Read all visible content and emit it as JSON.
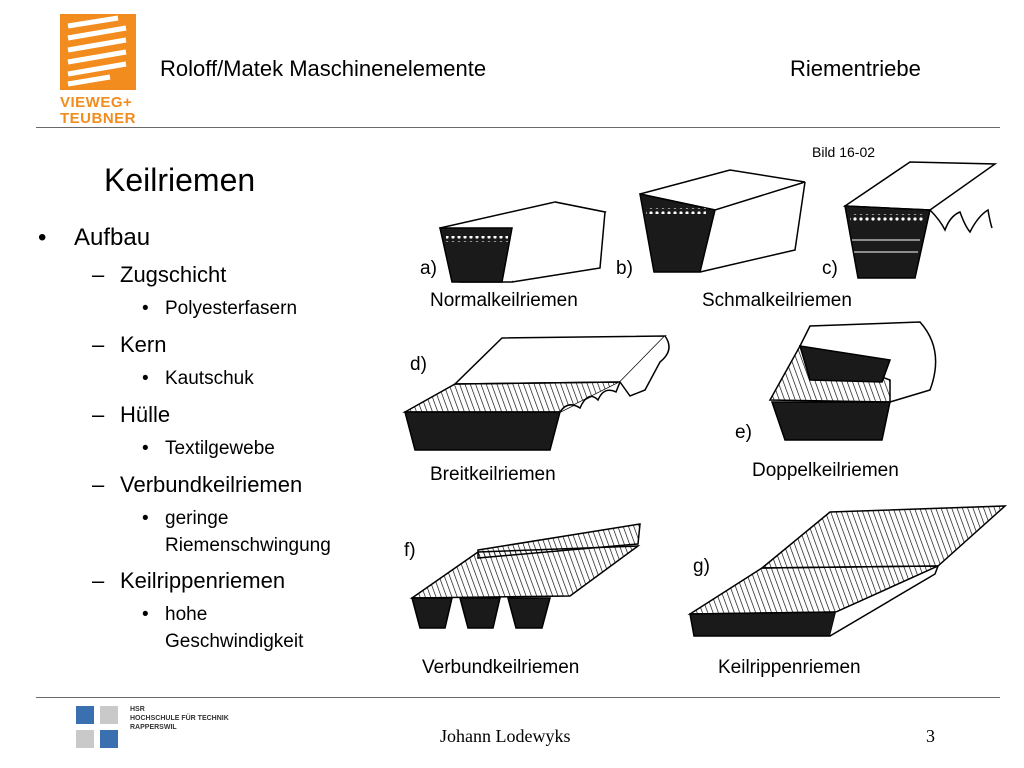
{
  "header": {
    "logo_line1": "VIEWEG+",
    "logo_line2": "TEUBNER",
    "left_title": "Roloff/Matek Maschinenelemente",
    "right_title": "Riementriebe",
    "logo_color": "#f28c1e"
  },
  "slide": {
    "title": "Keilriemen",
    "bullets": {
      "aufbau": "Aufbau",
      "zugschicht": "Zugschicht",
      "polyester": "Polyesterfasern",
      "kern": "Kern",
      "kautschuk": "Kautschuk",
      "huelle": "Hülle",
      "textil": "Textilgewebe",
      "verbund": "Verbundkeilriemen",
      "geringe_1": "geringe",
      "geringe_2": "Riemenschwingung",
      "keilrippen": "Keilrippenriemen",
      "hohe_1": "hohe",
      "hohe_2": "Geschwindigkeit"
    },
    "bullet_marks": {
      "l1": "•",
      "l2": "–",
      "l3": "•"
    }
  },
  "figure": {
    "number": "Bild 16-02",
    "labels": {
      "a": "a)",
      "b": "b)",
      "c": "c)",
      "d": "d)",
      "e": "e)",
      "f": "f)",
      "g": "g)"
    },
    "captions": {
      "normal": "Normalkeilriemen",
      "schmal": "Schmalkeilriemen",
      "breit": "Breitkeilriemen",
      "doppel": "Doppelkeilriemen",
      "verbund": "Verbundkeilriemen",
      "keilrippen": "Keilrippenriemen"
    }
  },
  "footer": {
    "school_1": "HSR",
    "school_2": "HOCHSCHULE FÜR TECHNIK",
    "school_3": "RAPPERSWIL",
    "author": "Johann Lodewyks",
    "page": "3",
    "school_color": "#3a6fb0"
  }
}
